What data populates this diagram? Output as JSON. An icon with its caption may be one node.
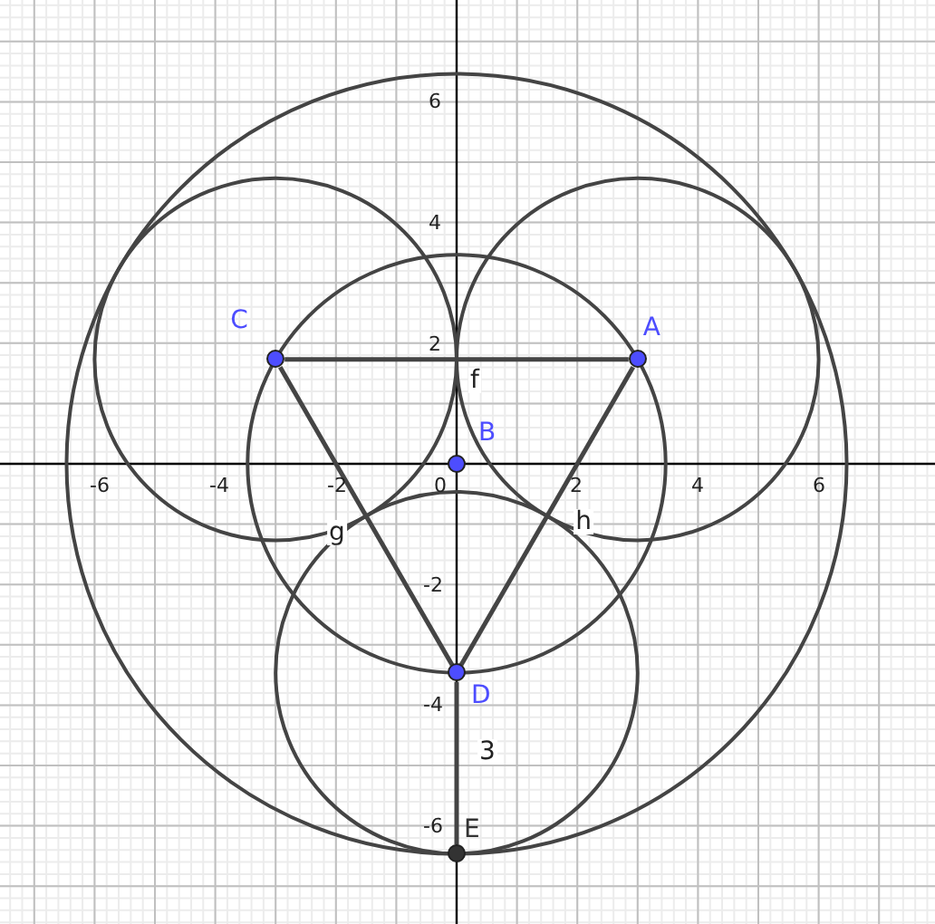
{
  "diagram": {
    "nodes": [
      {
        "text": [
          "C"
        ]
      },
      {
        "text": [
          "A"
        ]
      },
      {
        "text": [
          "B"
        ]
      },
      {
        "text": [
          "D"
        ]
      },
      {
        "text": [
          "E"
        ]
      }
    ],
    "edges": [
      {
        "from": 0,
        "to": 1,
        "arrow": "none",
        "label": "f"
      },
      {
        "from": 0,
        "to": 3,
        "arrow": "none",
        "label": "g"
      },
      {
        "from": 1,
        "to": 3,
        "arrow": "none",
        "label": "h"
      },
      {
        "from": 3,
        "to": 4,
        "arrow": "none",
        "label": "3"
      }
    ],
    "labels": [
      "6",
      "4",
      "2",
      "-6",
      "-4",
      "-2",
      "0",
      "2",
      "4",
      "6",
      "-2",
      "-4",
      "-6"
    ]
  }
}
